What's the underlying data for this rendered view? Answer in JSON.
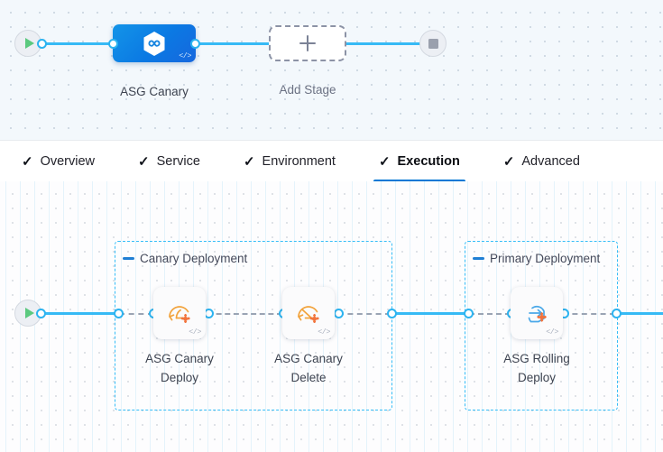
{
  "pipeline_canvas": {
    "start_node": {
      "icon": "play-icon",
      "name": "start-node"
    },
    "end_node": {
      "icon": "stop-icon",
      "name": "end-node"
    },
    "stages": [
      {
        "label": "ASG Canary",
        "icon": "harness-hexagon-icon",
        "code_tag": "</>",
        "selected": true
      },
      {
        "label": "Add Stage",
        "icon": "plus-icon"
      }
    ]
  },
  "tabs": {
    "check_glyph": "✓",
    "items": [
      {
        "label": "Overview",
        "active": false
      },
      {
        "label": "Service",
        "active": false
      },
      {
        "label": "Environment",
        "active": false
      },
      {
        "label": "Execution",
        "active": true
      },
      {
        "label": "Advanced",
        "active": false
      }
    ],
    "active_underline_color": "#0278d5"
  },
  "execution_canvas": {
    "start_node": {
      "icon": "play-icon"
    },
    "groups": [
      {
        "title": "Canary Deployment",
        "steps": [
          {
            "label_line1": "ASG Canary",
            "label_line2": "Deploy",
            "icon": "asg-canary-deploy-icon",
            "code_tag": "</>"
          },
          {
            "label_line1": "ASG Canary",
            "label_line2": "Delete",
            "icon": "asg-canary-delete-icon",
            "code_tag": "</>"
          }
        ]
      },
      {
        "title": "Primary Deployment",
        "steps": [
          {
            "label_line1": "ASG Rolling",
            "label_line2": "Deploy",
            "icon": "asg-rolling-deploy-icon",
            "code_tag": "</>"
          }
        ]
      }
    ]
  },
  "colors": {
    "edge": "#36baf5",
    "port_ring": "#2cb3f0",
    "group_border": "#35bdf7",
    "stage_blue": "#0b79e3",
    "aws_orange": "#f2a33c",
    "accent_orange": "#f2733c",
    "tab_active": "#0278d5"
  }
}
